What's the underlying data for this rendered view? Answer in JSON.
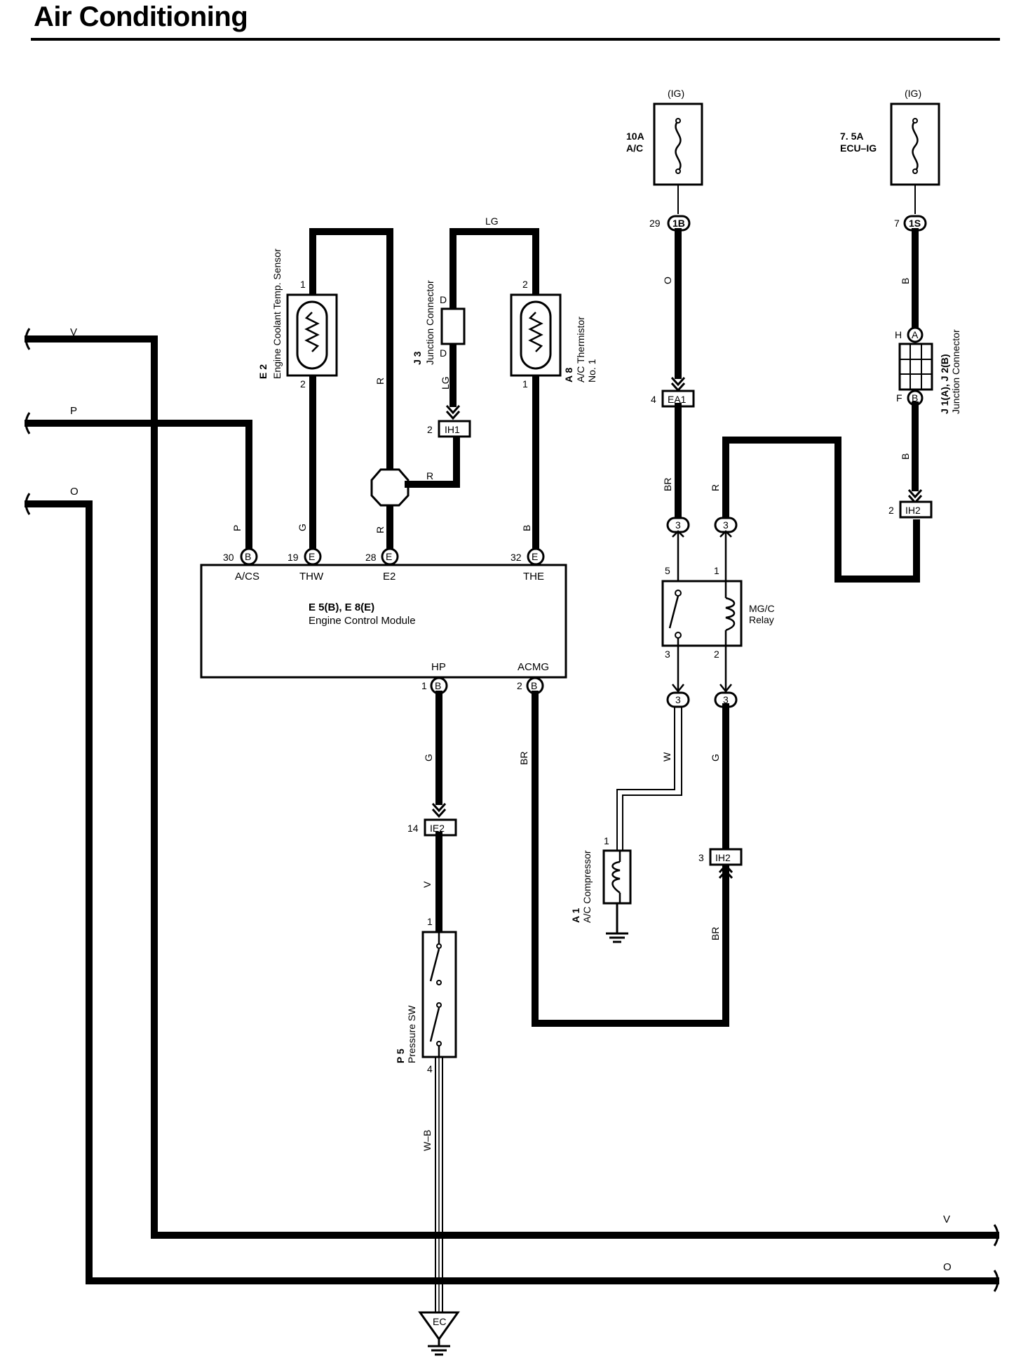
{
  "title": "Air Conditioning",
  "power": {
    "ac_fuse": {
      "source": "(IG)",
      "amp": "10A",
      "name": "A/C",
      "pin": "29",
      "connector": "1B"
    },
    "ecu_fuse": {
      "source": "(IG)",
      "amp": "7. 5A",
      "name": "ECU–IG",
      "pin": "7",
      "connector": "1S"
    }
  },
  "components": {
    "ect_sensor": {
      "code": "E 2",
      "name": "Engine Coolant Temp.  Sensor",
      "pin_top": "1",
      "pin_bottom": "2"
    },
    "j3": {
      "code": "J 3",
      "name": "Junction Connector",
      "pin_top": "D",
      "pin_bottom": "D"
    },
    "thermistor": {
      "code": "A 8",
      "name": "A/C Thermistor",
      "name2": "No. 1",
      "pin_top": "2",
      "pin_bottom": "1"
    },
    "j1j2": {
      "code": "J 1(A), J 2(B)",
      "name": "Junction Connector",
      "pin_top_letter": "H",
      "pin_top": "A",
      "pin_bottom_letter": "F",
      "pin_bottom": "B"
    },
    "ecm": {
      "code": "E 5(B), E 8(E)",
      "name": "Engine Control Module",
      "top_pins": [
        {
          "num": "30",
          "conn": "B",
          "label": "A/CS"
        },
        {
          "num": "19",
          "conn": "E",
          "label": "THW"
        },
        {
          "num": "28",
          "conn": "E",
          "label": "E2"
        },
        {
          "num": "32",
          "conn": "E",
          "label": "THE"
        }
      ],
      "bottom_pins": [
        {
          "num": "1",
          "conn": "B",
          "label": "HP"
        },
        {
          "num": "2",
          "conn": "B",
          "label": "ACMG"
        }
      ]
    },
    "relay": {
      "name": "MG/C",
      "name2": "Relay",
      "pins": [
        "5",
        "1",
        "3",
        "2"
      ]
    },
    "compressor": {
      "code": "A 1",
      "name": "A/C Compressor",
      "pin": "1"
    },
    "pressure_sw": {
      "code": "P 5",
      "name": "Pressure SW",
      "pin_top": "1",
      "pin_bottom": "4"
    },
    "ground": {
      "label": "EC"
    }
  },
  "connectors": {
    "ih1": {
      "pin": "2",
      "name": "IH1"
    },
    "ea1": {
      "pin": "4",
      "name": "EA1"
    },
    "ih2_top": {
      "pin": "2",
      "name": "IH2"
    },
    "ie2": {
      "pin": "14",
      "name": "IE2"
    },
    "ih2_bottom": {
      "pin": "3",
      "name": "IH2"
    },
    "relay_conn": "3"
  },
  "wire_colors": {
    "v_left": "V",
    "p_left": "P",
    "o_left": "O",
    "v_right": "V",
    "o_right": "O",
    "acs": "P",
    "thw": "G",
    "e2_top": "R",
    "e2_mid": "R",
    "e2_bottom": "R",
    "lg_top": "LG",
    "lg_j3": "LG",
    "the": "B",
    "fuse_o": "O",
    "br_relay": "BR",
    "r_relay": "R",
    "ecu_b_top": "B",
    "ecu_b_bottom": "B",
    "hp_g": "G",
    "acmg_br": "BR",
    "ie2_v": "V",
    "comp_w": "W",
    "relay_g": "G",
    "ih2_br": "BR",
    "wb": "W–B"
  },
  "colors": {
    "ink": "#000000",
    "background": "#ffffff"
  }
}
